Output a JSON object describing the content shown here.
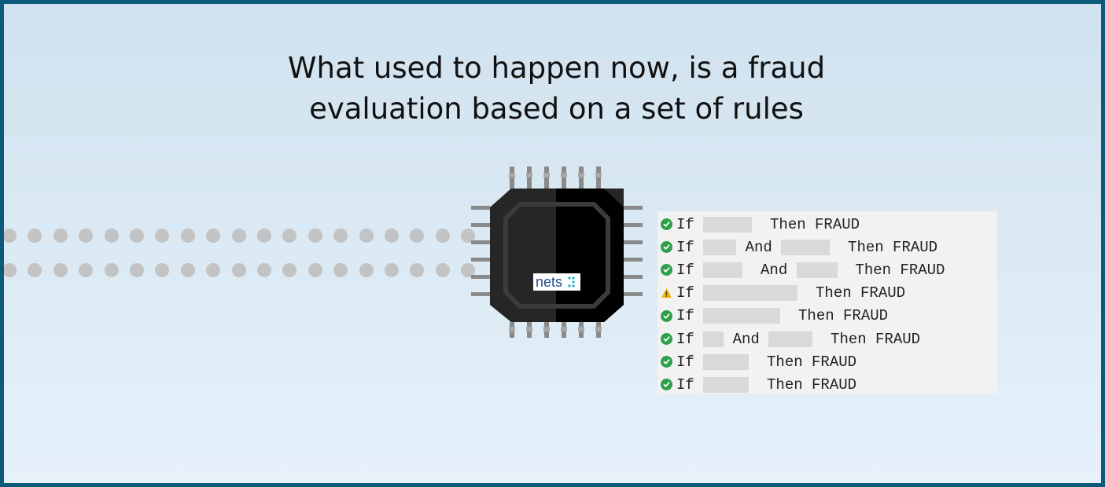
{
  "slide": {
    "title_line1": "What used to happen now, is a fraud",
    "title_line2": "evaluation based on a set of rules",
    "accent_color": "#0c5a7a"
  },
  "chip": {
    "logo_text": "nets",
    "logo_color": "#1a4b8c",
    "logo_dots_color": "#16b4c8"
  },
  "rules": [
    {
      "status": "ok",
      "parts": [
        {
          "t": "text",
          "v": "If "
        },
        {
          "t": "blank",
          "w": 62
        },
        {
          "t": "text",
          "v": "  Then FRAUD"
        }
      ]
    },
    {
      "status": "ok",
      "parts": [
        {
          "t": "text",
          "v": "If "
        },
        {
          "t": "blank",
          "w": 42
        },
        {
          "t": "text",
          "v": " And "
        },
        {
          "t": "blank",
          "w": 62
        },
        {
          "t": "text",
          "v": "  Then FRAUD"
        }
      ]
    },
    {
      "status": "ok",
      "parts": [
        {
          "t": "text",
          "v": "If "
        },
        {
          "t": "blank",
          "w": 50
        },
        {
          "t": "text",
          "v": "  And "
        },
        {
          "t": "blank",
          "w": 52
        },
        {
          "t": "text",
          "v": "  Then FRAUD"
        }
      ]
    },
    {
      "status": "warn",
      "parts": [
        {
          "t": "text",
          "v": "If "
        },
        {
          "t": "blank",
          "w": 120
        },
        {
          "t": "text",
          "v": "  Then FRAUD"
        }
      ]
    },
    {
      "status": "ok",
      "parts": [
        {
          "t": "text",
          "v": "If "
        },
        {
          "t": "blank",
          "w": 98
        },
        {
          "t": "text",
          "v": "  Then FRAUD"
        }
      ]
    },
    {
      "status": "ok",
      "parts": [
        {
          "t": "text",
          "v": "If "
        },
        {
          "t": "blank",
          "w": 26
        },
        {
          "t": "text",
          "v": " And "
        },
        {
          "t": "blank",
          "w": 56
        },
        {
          "t": "text",
          "v": "  Then FRAUD"
        }
      ]
    },
    {
      "status": "ok",
      "parts": [
        {
          "t": "text",
          "v": "If "
        },
        {
          "t": "blank",
          "w": 58
        },
        {
          "t": "text",
          "v": "  Then FRAUD"
        }
      ]
    },
    {
      "status": "ok",
      "parts": [
        {
          "t": "text",
          "v": "If "
        },
        {
          "t": "blank",
          "w": 58
        },
        {
          "t": "text",
          "v": "  Then FRAUD"
        }
      ]
    }
  ]
}
